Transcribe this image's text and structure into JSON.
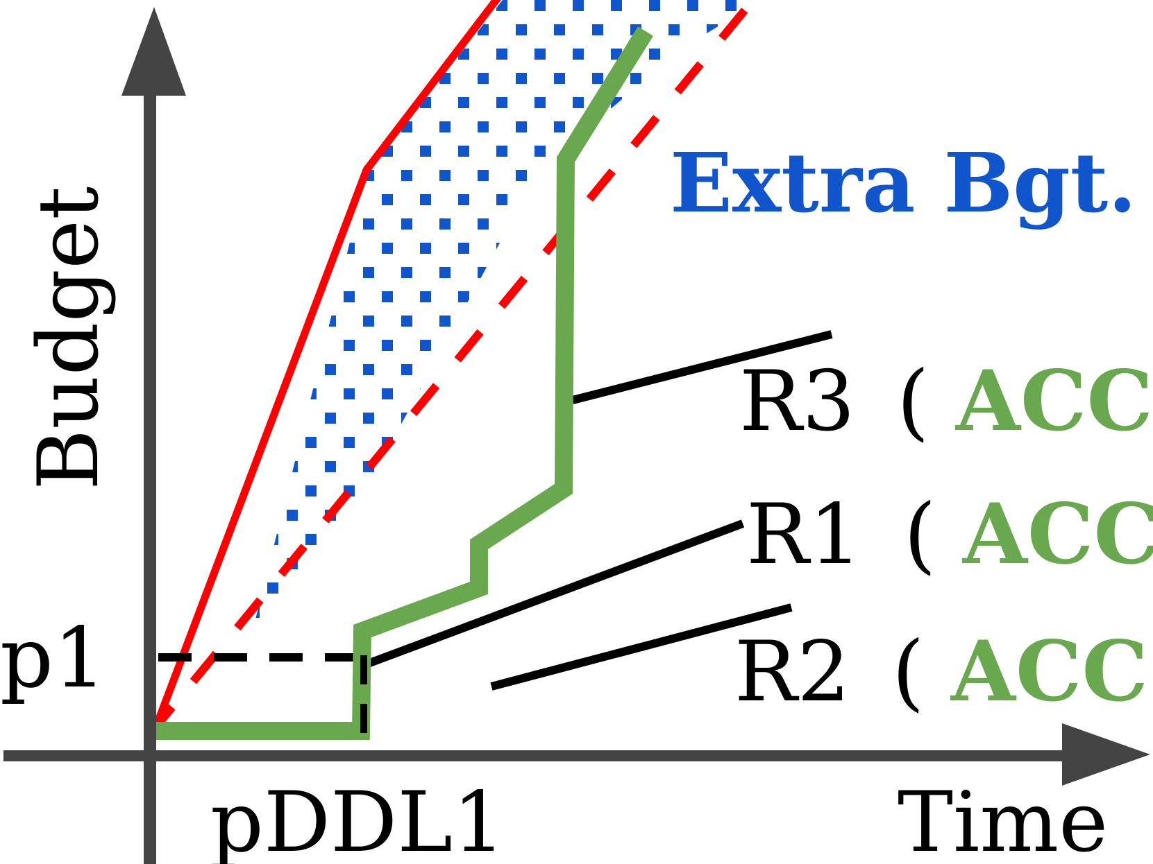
{
  "axes": {
    "y_label": "Budget",
    "x_label": "Time",
    "y_tick": "p1",
    "x_tick": "pDDL1"
  },
  "annotation": {
    "text": "Extra Bgt."
  },
  "requests": [
    {
      "name": "R3",
      "paren_open": "(",
      "metric": "ACC",
      "paren_close": ")"
    },
    {
      "name": "R1",
      "paren_open": "(",
      "metric": "ACC",
      "paren_close": ")"
    },
    {
      "name": "R2",
      "paren_open": "(",
      "metric": "ACC",
      "paren_close": ")"
    }
  ],
  "colors": {
    "axis": "#444444",
    "upper_bound": "#ff0000",
    "lower_bound": "#ff0000",
    "extra_region_dots": "#1155cc",
    "extra_text": "#1155cc",
    "allocated_budget": "#6aa84f",
    "acc": "#6aa84f",
    "request_lines": "#000000"
  }
}
